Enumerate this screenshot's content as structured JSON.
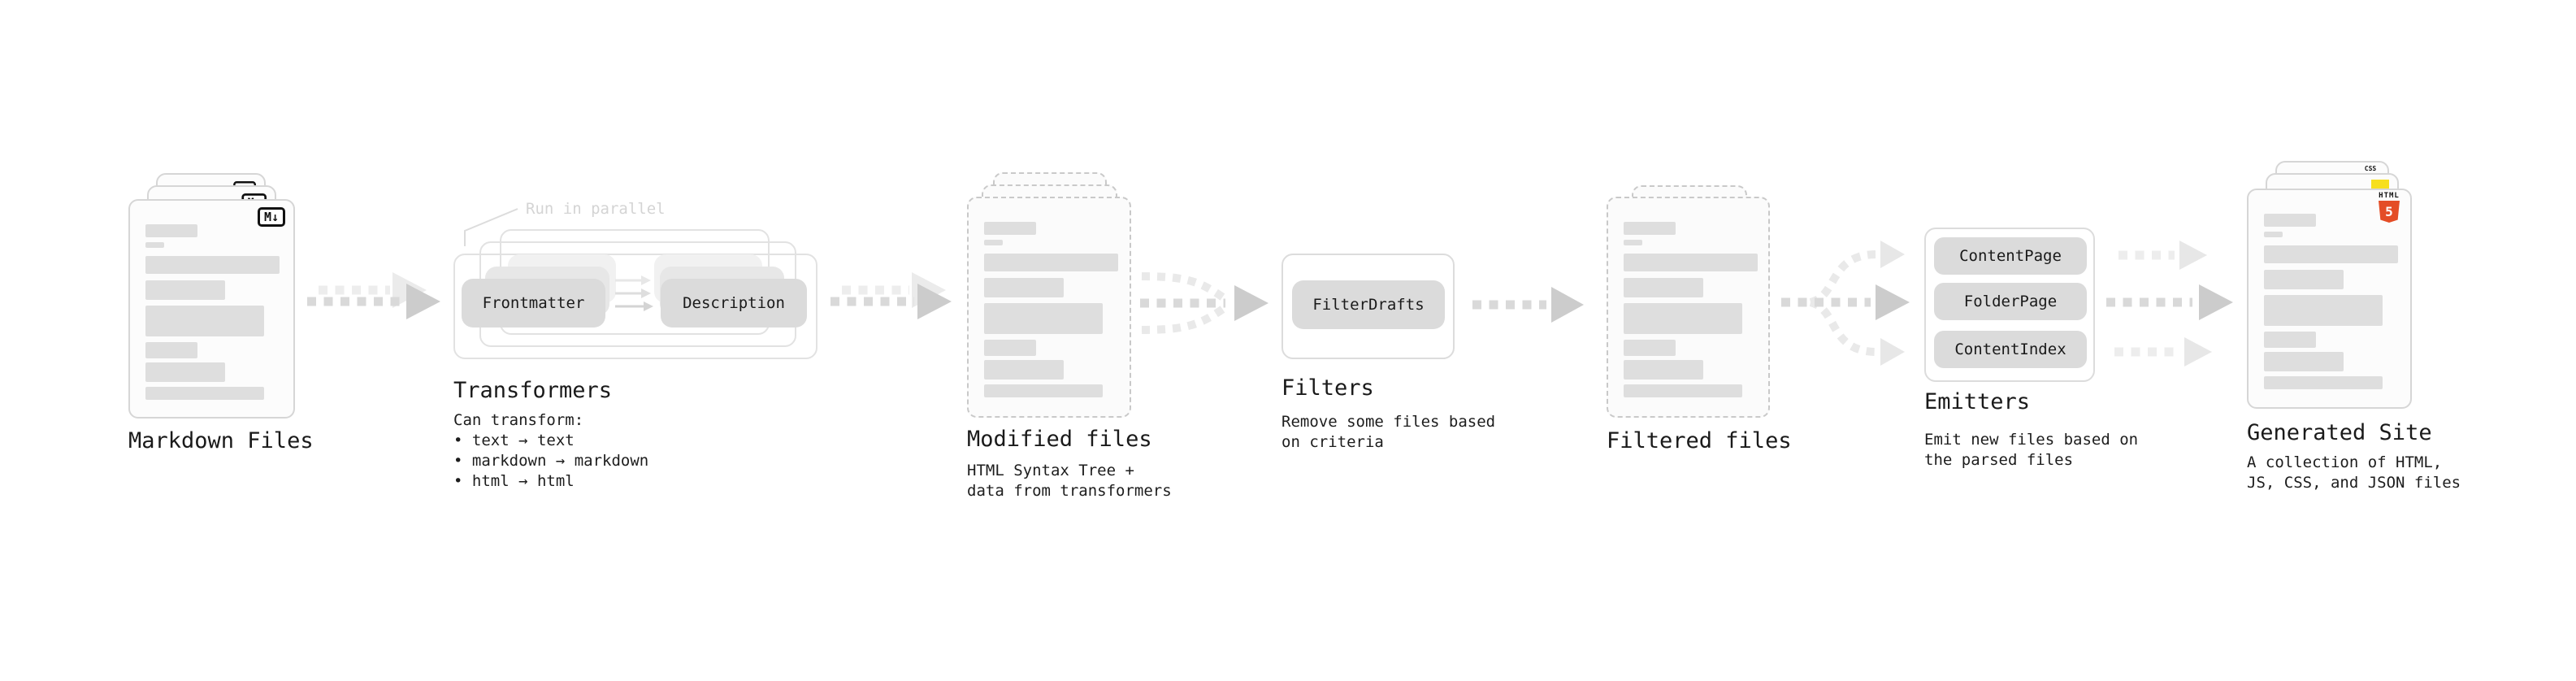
{
  "diagram": {
    "nodes": {
      "markdown_files": {
        "label": "Markdown Files",
        "badge": "M↓"
      },
      "transformers": {
        "label": "Transformers",
        "annotation": "Run in parallel",
        "steps": [
          "Frontmatter",
          "Description"
        ],
        "description": "Can transform:\n • text → text\n • markdown → markdown\n • html → html"
      },
      "modified_files": {
        "label": "Modified files",
        "description": "HTML Syntax Tree +\ndata from transformers"
      },
      "filters": {
        "label": "Filters",
        "steps": [
          "FilterDrafts"
        ],
        "description": "Remove some files based\non criteria"
      },
      "filtered_files": {
        "label": "Filtered files"
      },
      "emitters": {
        "label": "Emitters",
        "steps": [
          "ContentPage",
          "FolderPage",
          "ContentIndex"
        ],
        "description": "Emit new files based on\nthe parsed files"
      },
      "generated_site": {
        "label": "Generated Site",
        "description": "A collection of HTML,\nJS, CSS, and JSON files",
        "badges": {
          "html_label": "HTML",
          "html_number": "5",
          "css_label": "CSS"
        }
      }
    },
    "colors": {
      "html5_orange": "#e44d26",
      "js_yellow": "#f7df1e",
      "css_blue": "#2965f1"
    }
  }
}
